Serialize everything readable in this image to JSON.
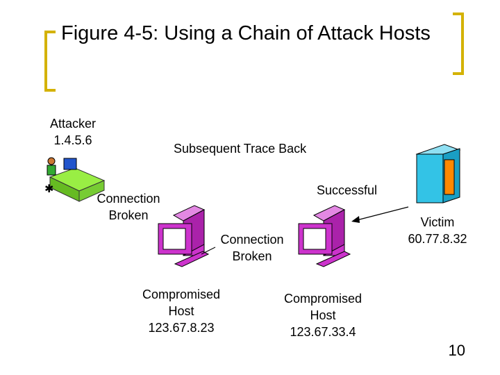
{
  "slide": {
    "title": "Figure 4-5: Using a Chain of Attack Hosts",
    "page_number": "10"
  },
  "attacker": {
    "label": "Attacker",
    "ip": "1.4.5.6"
  },
  "trace": {
    "subsequent": "Subsequent Trace Back",
    "successful": "Successful"
  },
  "links": {
    "broken_1": [
      "Connection",
      "Broken"
    ],
    "broken_2": [
      "Connection",
      "Broken"
    ]
  },
  "hosts": [
    {
      "label": "Compromised",
      "label2": "Host",
      "ip": "123.67.8.23"
    },
    {
      "label": "Compromised",
      "label2": "Host",
      "ip": "123.67.33.4"
    }
  ],
  "victim": {
    "label": "Victim",
    "ip": "60.77.8.32"
  },
  "colors": {
    "bracket": "#d4b200",
    "computer": "#cc33cc",
    "desk": "#99ee44",
    "server": "#33c3e6",
    "server_panel": "#ff8800"
  }
}
